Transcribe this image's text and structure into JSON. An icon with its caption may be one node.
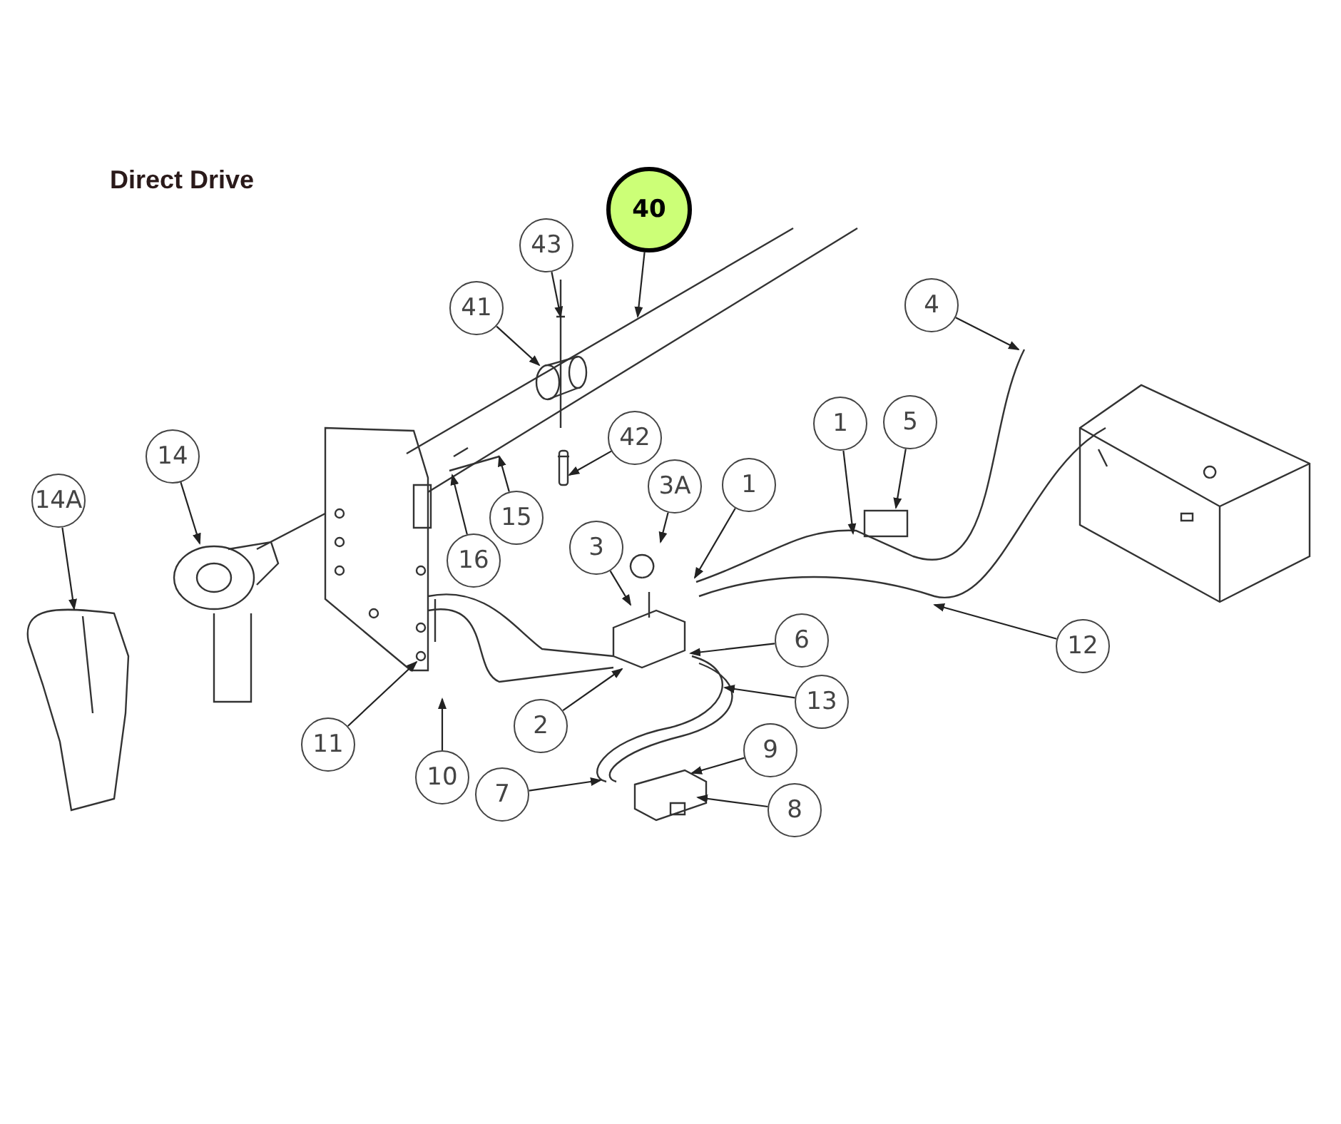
{
  "diagram": {
    "title": "Direct Drive",
    "nodes": [
      {
        "text": [
          "40"
        ]
      },
      {
        "text": [
          "43"
        ]
      },
      {
        "text": [
          "41"
        ]
      },
      {
        "text": [
          "4"
        ]
      },
      {
        "text": [
          "42"
        ]
      },
      {
        "text": [
          "14"
        ]
      },
      {
        "text": [
          "1"
        ]
      },
      {
        "text": [
          "5"
        ]
      },
      {
        "text": [
          "14A"
        ]
      },
      {
        "text": [
          "3A"
        ]
      },
      {
        "text": [
          "1"
        ]
      },
      {
        "text": [
          "15"
        ]
      },
      {
        "text": [
          "16"
        ]
      },
      {
        "text": [
          "3"
        ]
      },
      {
        "text": [
          "6"
        ]
      },
      {
        "text": [
          "12"
        ]
      },
      {
        "text": [
          "13"
        ]
      },
      {
        "text": [
          "9"
        ]
      },
      {
        "text": [
          "11"
        ]
      },
      {
        "text": [
          "2"
        ]
      },
      {
        "text": [
          "8"
        ]
      },
      {
        "text": [
          "10"
        ]
      },
      {
        "text": [
          "7"
        ]
      },
      {
        "text": [],
        "shape": "bar"
      }
    ],
    "edges": [
      {
        "from": 0,
        "to": null,
        "arrow": "to"
      },
      {
        "from": 1,
        "to": null,
        "arrow": "to"
      },
      {
        "from": 2,
        "to": null,
        "arrow": "to"
      },
      {
        "from": 3,
        "to": null,
        "arrow": "to"
      },
      {
        "from": 4,
        "to": 23,
        "arrow": "to"
      },
      {
        "from": 5,
        "to": null,
        "arrow": "to"
      },
      {
        "from": 6,
        "to": null,
        "arrow": "to"
      },
      {
        "from": 7,
        "to": null,
        "arrow": "to"
      },
      {
        "from": 8,
        "to": null,
        "arrow": "to"
      },
      {
        "from": 9,
        "to": null,
        "arrow": "to"
      },
      {
        "from": 10,
        "to": null,
        "arrow": "to"
      },
      {
        "from": 11,
        "to": null,
        "arrow": "to"
      },
      {
        "from": 12,
        "to": null,
        "arrow": "to"
      },
      {
        "from": 13,
        "to": null,
        "arrow": "to"
      },
      {
        "from": 14,
        "to": null,
        "arrow": "to"
      },
      {
        "from": 15,
        "to": null,
        "arrow": "to"
      },
      {
        "from": 16,
        "to": null,
        "arrow": "to"
      },
      {
        "from": 17,
        "to": null,
        "arrow": "to"
      },
      {
        "from": 18,
        "to": null,
        "arrow": "to"
      },
      {
        "from": 19,
        "to": null,
        "arrow": "to"
      },
      {
        "from": 20,
        "to": null,
        "arrow": "to"
      },
      {
        "from": 21,
        "to": null,
        "arrow": "to"
      },
      {
        "from": 22,
        "to": null,
        "arrow": "to"
      }
    ]
  }
}
